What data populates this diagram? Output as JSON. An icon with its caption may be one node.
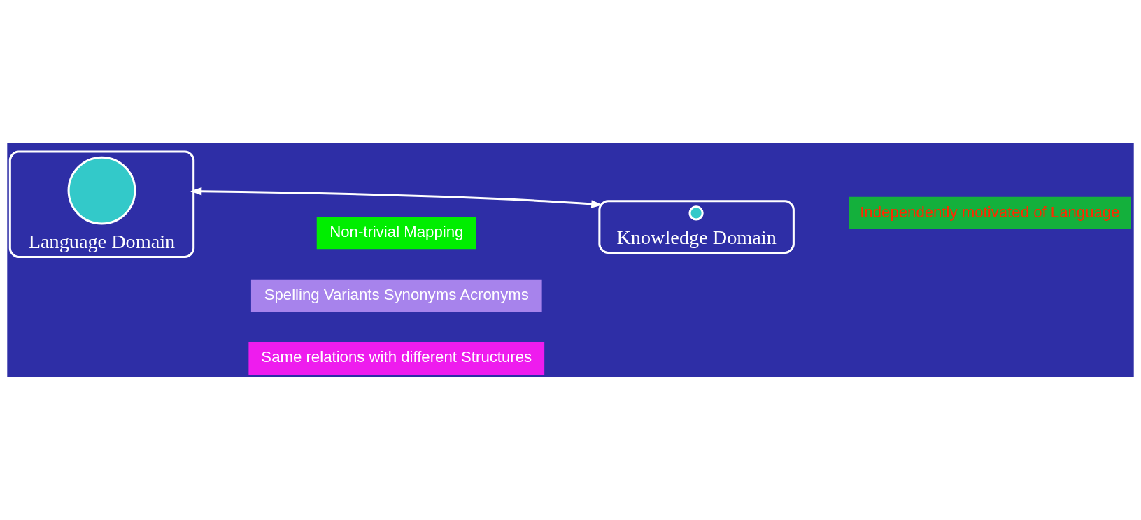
{
  "diagram": {
    "nodes": [
      {
        "text": [
          "Language Domain"
        ]
      },
      {
        "text": [],
        "shape": "circle",
        "in": 0
      },
      {
        "text": [
          "Knowledge Domain"
        ]
      },
      {
        "text": [],
        "shape": "circle",
        "in": 2
      },
      {
        "text": [
          "Non-trivial Mapping"
        ]
      },
      {
        "text": [
          "Spelling Variants Synonyms Acronyms"
        ]
      },
      {
        "text": [
          "Same relations with different Structures"
        ]
      },
      {
        "text": [
          "Independently motivated of Language"
        ]
      }
    ],
    "edges": [
      {
        "from": 0,
        "to": 2,
        "arrow": "both"
      }
    ]
  }
}
